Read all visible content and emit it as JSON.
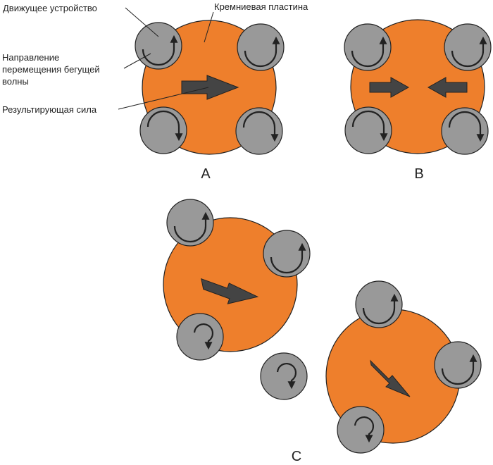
{
  "labels": {
    "driver": "Движущее устройство",
    "wafer": "Кремниевая пластина",
    "wave_direction_lines": [
      "Направление",
      "перемещения бегущей",
      "волны"
    ],
    "resultant_force": "Результирующая сила"
  },
  "panels": {
    "a": "A",
    "b": "B",
    "c": "C"
  },
  "colors": {
    "wafer": "#ee7f2c",
    "driver": "#999999",
    "arrow": "#444444",
    "outline": "#222222"
  }
}
